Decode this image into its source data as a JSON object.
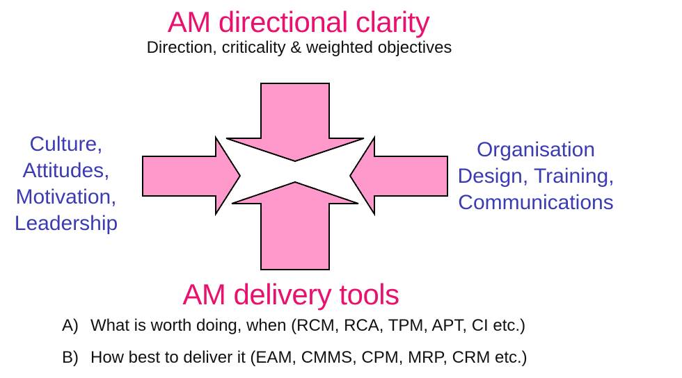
{
  "title": "AM directional clarity",
  "subtitle": "Direction, criticality & weighted objectives",
  "left_label": {
    "lines": [
      "Culture,",
      "Attitudes,",
      "Motivation,",
      "Leadership"
    ]
  },
  "right_label": {
    "lines": [
      "Organisation",
      "Design, Training,",
      "Communications"
    ]
  },
  "bottom_title": "AM delivery tools",
  "list": [
    {
      "marker": "A)",
      "text": "What is worth doing, when (RCM, RCA, TPM, APT, CI etc.)"
    },
    {
      "marker": "B)",
      "text": "How best to deliver it (EAM, CMMS, CPM, MRP, CRM etc.)"
    }
  ],
  "graphic": {
    "description": "four pink block arrows converging inward on a white four-pointed center"
  },
  "colors": {
    "title_pink": "#E8116D",
    "label_blue": "#3B3BB4",
    "body_text": "#111111",
    "arrow_fill": "#FF99CC",
    "arrow_outline": "#000000",
    "background": "#FFFFFF"
  }
}
